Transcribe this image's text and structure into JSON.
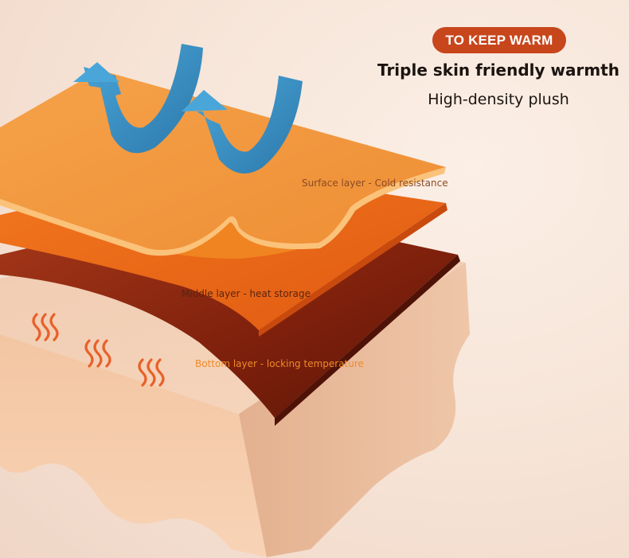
{
  "header": {
    "badge_label": "TO KEEP WARM",
    "headline": "Triple skin friendly warmth",
    "subline": "High-density plush"
  },
  "layers": {
    "surface": "Surface layer - Cold resistance",
    "middle": "Middle layer - heat storage",
    "bottom": "Bottom layer - locking temperature"
  },
  "colors": {
    "badge": "#c8461c",
    "surface_layer": "#f0963a",
    "middle_layer": "#f06a18",
    "bottom_layer": "#8a2a10",
    "skin": "#f7cba9",
    "arrows": "#3a8fc4",
    "heat_waves": "#e8612a"
  },
  "icons": [
    "airflow-arrow-icon",
    "heat-wave-icon"
  ]
}
